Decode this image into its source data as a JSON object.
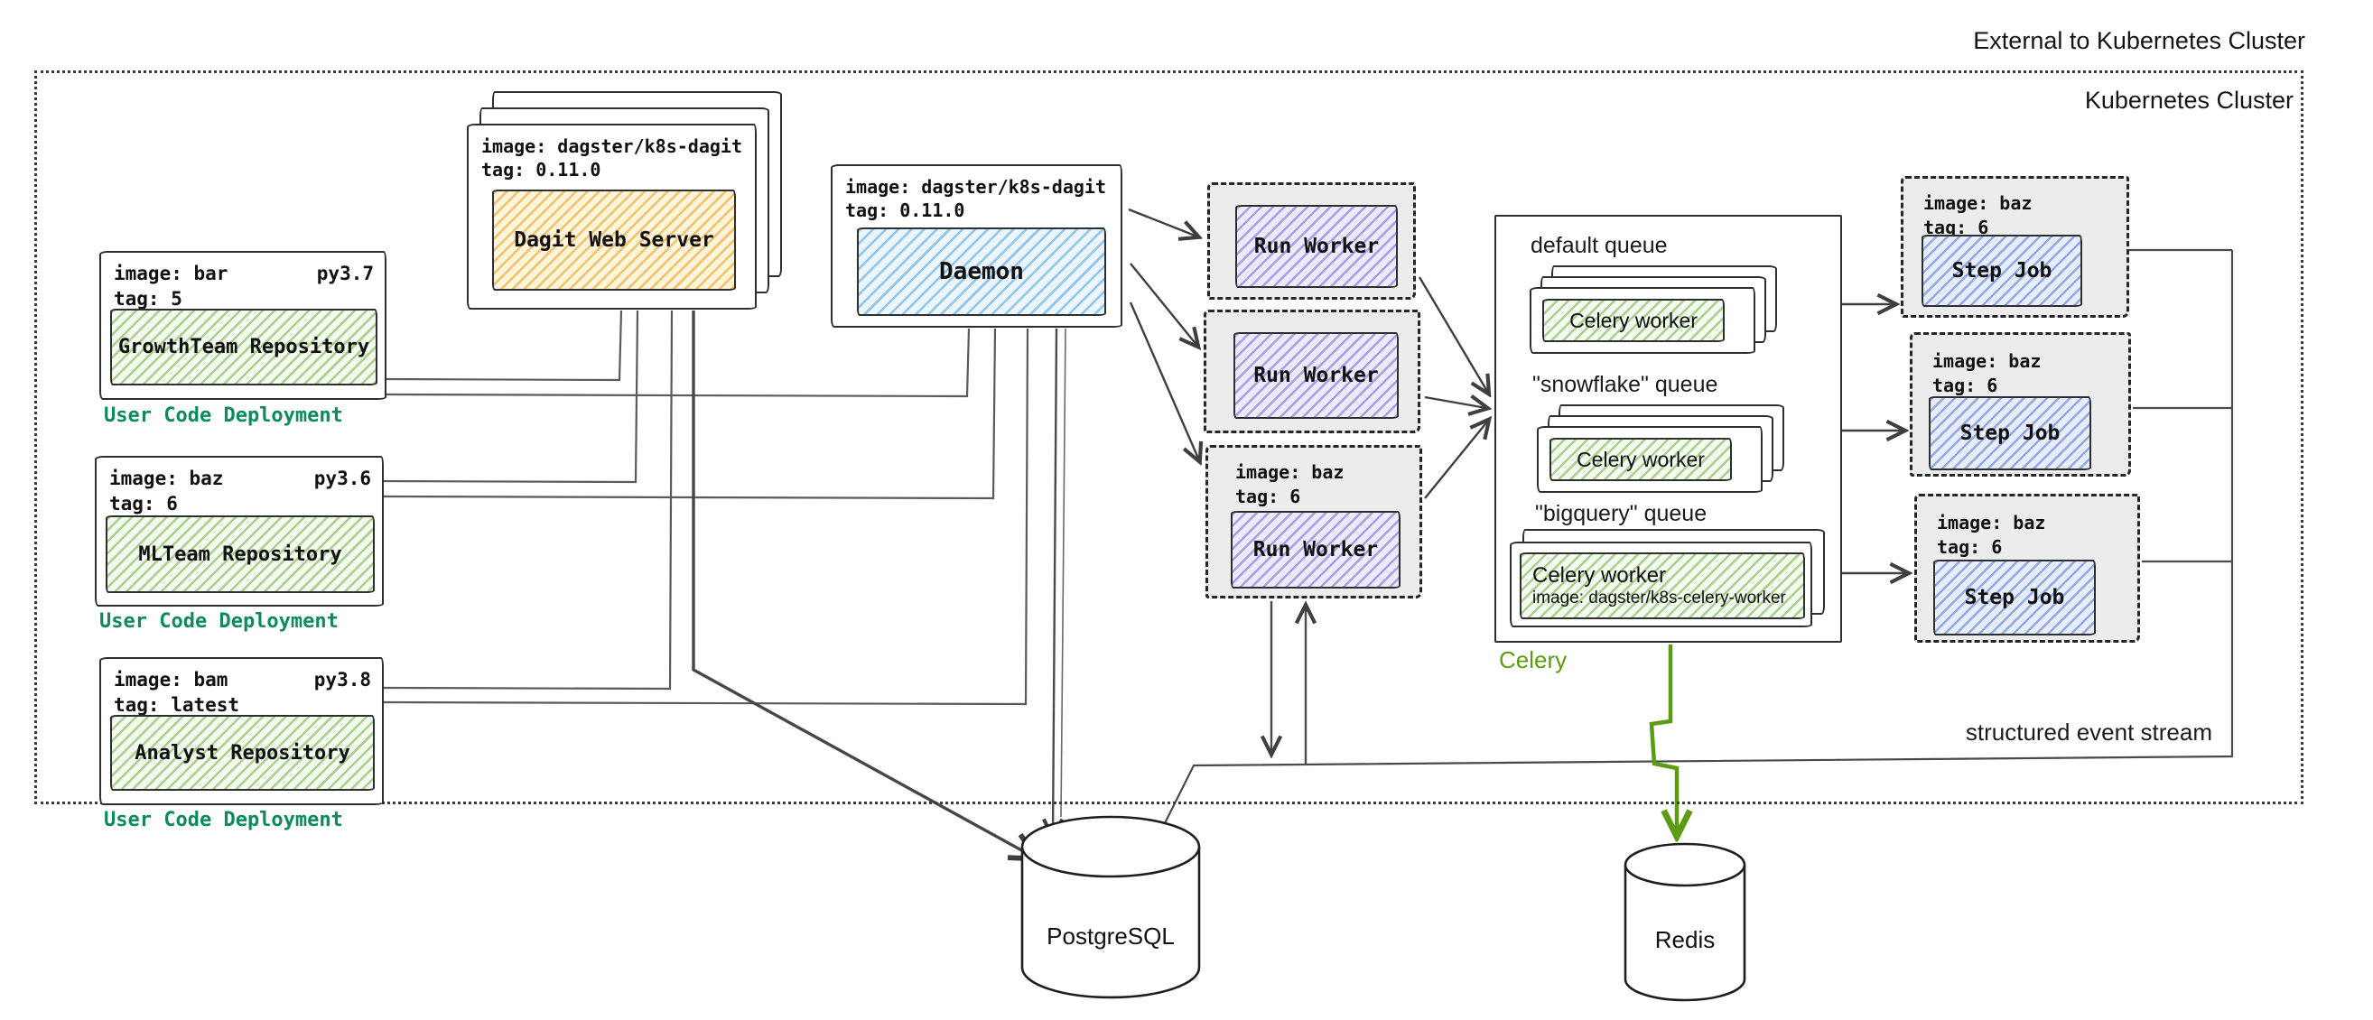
{
  "labels": {
    "external": "External to Kubernetes Cluster",
    "cluster": "Kubernetes Cluster",
    "event_stream": "structured event stream",
    "postgresql": "PostgreSQL",
    "redis": "Redis"
  },
  "repos": [
    {
      "image": "image: bar",
      "py": "py3.7",
      "tag": "tag: 5",
      "name": "GrowthTeam Repository",
      "deployment": "User Code Deployment"
    },
    {
      "image": "image: baz",
      "py": "py3.6",
      "tag": "tag: 6",
      "name": "MLTeam Repository",
      "deployment": "User Code Deployment"
    },
    {
      "image": "image: bam",
      "py": "py3.8",
      "tag": "tag: latest",
      "name": "Analyst Repository",
      "deployment": "User Code Deployment"
    }
  ],
  "dagit": {
    "image": "image: dagster/k8s-dagit",
    "tag": "tag: 0.11.0",
    "name": "Dagit Web Server"
  },
  "daemon": {
    "image": "image: dagster/k8s-dagit",
    "tag": "tag: 0.11.0",
    "name": "Daemon"
  },
  "run_workers": [
    {
      "name": "Run Worker"
    },
    {
      "name": "Run Worker"
    },
    {
      "name": "Run Worker",
      "image": "image: baz",
      "tag": "tag: 6"
    }
  ],
  "celery": {
    "label": "Celery",
    "queues": [
      {
        "name": "default queue",
        "worker": "Celery worker"
      },
      {
        "name": "\"snowflake\" queue",
        "worker": "Celery worker"
      },
      {
        "name": "\"bigquery\" queue",
        "worker": "Celery worker",
        "worker_image": "image: dagster/k8s-celery-worker"
      }
    ]
  },
  "step_jobs": [
    {
      "image": "image: baz",
      "tag": "tag: 6",
      "name": "Step Job"
    },
    {
      "image": "image: baz",
      "tag": "tag: 6",
      "name": "Step Job"
    },
    {
      "image": "image: baz",
      "tag": "tag: 6",
      "name": "Step Job"
    }
  ],
  "colors": {
    "celery_green": "#5c9c13",
    "user_code_teal": "#0f8a5f",
    "hatch_green": "#a8d08d",
    "hatch_orange": "#f4c163",
    "hatch_blue": "#8ec4ee",
    "hatch_purple": "#a99ce9",
    "hatch_steel": "#8fa8e8"
  }
}
